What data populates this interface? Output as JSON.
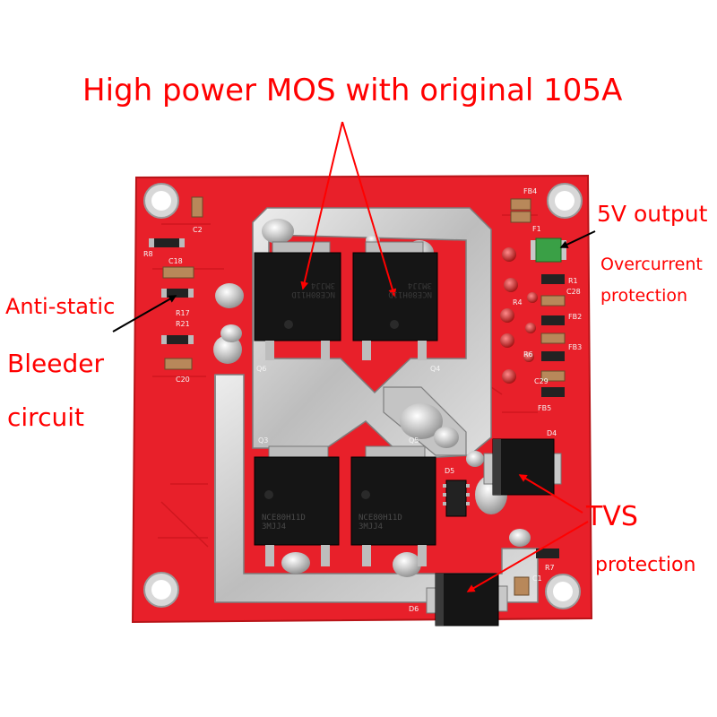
{
  "annotations": {
    "title": "High power MOS with original 105A",
    "output_5v": "5V output",
    "overcurrent_line1": "Overcurrent",
    "overcurrent_line2": "protection",
    "anti_static": "Anti-static",
    "bleeder": "Bleeder",
    "circuit": "circuit",
    "tvs": "TVS",
    "tvs_protection": "protection"
  },
  "mosfets": [
    {
      "ref": "Q6",
      "marking_line1": "NCE80H11D",
      "marking_line2": "3MJJ4"
    },
    {
      "ref": "Q4",
      "marking_line1": "NCE80H11D",
      "marking_line2": "3MJJ4"
    },
    {
      "ref": "Q3",
      "marking_line1": "NCE80H11D",
      "marking_line2": "3MJJ4"
    },
    {
      "ref": "Q5",
      "marking_line1": "NCE80H11D",
      "marking_line2": "3MJJ4"
    }
  ],
  "silkscreen": {
    "c2": "C2",
    "r8": "R8",
    "c18": "C18",
    "r17": "R17",
    "r21": "R21",
    "c20": "C20",
    "fb4": "FB4",
    "f1": "F1",
    "r1": "R1",
    "c28": "C28",
    "r4": "R4",
    "fb2": "FB2",
    "fb3": "FB3",
    "r6": "R6",
    "c29": "C29",
    "fb5": "FB5",
    "d4": "D4",
    "d5": "D5",
    "d6": "D6",
    "r7": "R7",
    "c1": "C1"
  },
  "colors": {
    "annotation": "#ff0000",
    "pcb": "#e8202a",
    "solder": "#c9c9c9",
    "component": "#151515"
  }
}
